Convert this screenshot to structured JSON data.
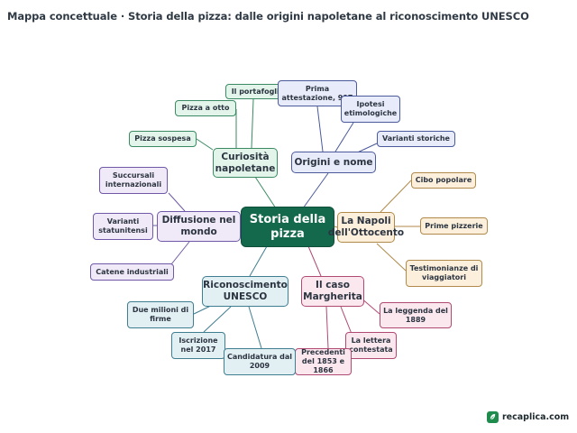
{
  "title": "Mappa concettuale · Storia della pizza: dalle origini napoletane al riconoscimento UNESCO",
  "center": {
    "label": "Storia della pizza"
  },
  "branches": {
    "curiosita": {
      "label": "Curiosità napoletane",
      "children": [
        "Il portafoglio",
        "Pizza a otto",
        "Pizza sospesa"
      ]
    },
    "origini": {
      "label": "Origini e nome",
      "children": [
        "Prima attestazione, 997",
        "Ipotesi etimologiche",
        "Varianti storiche"
      ]
    },
    "napoli": {
      "label": "La Napoli dell'Ottocento",
      "children": [
        "Cibo popolare",
        "Prime pizzerie",
        "Testimonianze di viaggiatori"
      ]
    },
    "margherita": {
      "label": "Il caso Margherita",
      "children": [
        "La leggenda del 1889",
        "La lettera contestata",
        "Precedenti del 1853 e 1866"
      ]
    },
    "unesco": {
      "label": "Riconoscimento UNESCO",
      "children": [
        "Due milioni di firme",
        "Iscrizione nel 2017",
        "Candidatura dal 2009"
      ]
    },
    "diffusione": {
      "label": "Diffusione nel mondo",
      "children": [
        "Succursali internazionali",
        "Varianti statunitensi",
        "Catene industriali"
      ]
    }
  },
  "colors": {
    "center": "#14684c",
    "curiosita": "#3b8a63",
    "origini": "#4a5a9a",
    "napoli": "#b08a4a",
    "margherita": "#b04a73",
    "unesco": "#3f7d90",
    "diffusione": "#7059a6"
  },
  "logo": {
    "text": "recaplica.com",
    "icon": "logo-leaf-icon"
  }
}
